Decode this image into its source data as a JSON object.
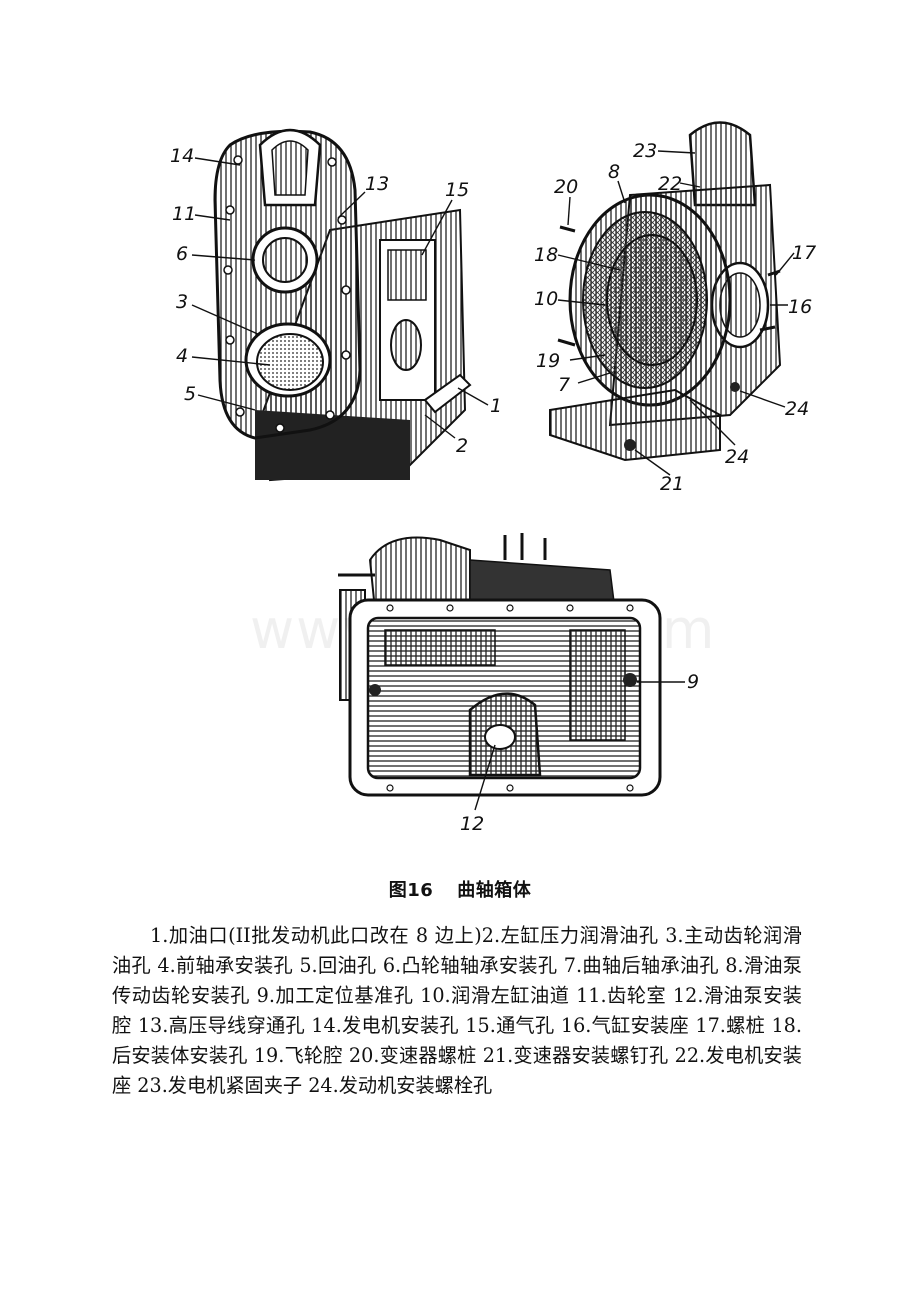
{
  "figure": {
    "label": "图16",
    "title": "曲轴箱体",
    "watermark": "www.bdocx.com",
    "left_view_callouts": [
      "14",
      "13",
      "15",
      "11",
      "6",
      "3",
      "4",
      "5",
      "1",
      "2"
    ],
    "right_view_callouts": [
      "23",
      "20",
      "8",
      "22",
      "18",
      "17",
      "10",
      "16",
      "19",
      "7",
      "24",
      "21",
      "24"
    ],
    "bottom_view_callouts": [
      "9",
      "12"
    ]
  },
  "legend_text": "1.加油口(II批发动机此口改在 8 边上)2.左缸压力润滑油孔 3.主动齿轮润滑油孔 4.前轴承安装孔 5.回油孔 6.凸轮轴轴承安装孔 7.曲轴后轴承油孔 8.滑油泵传动齿轮安装孔 9.加工定位基准孔 10.润滑左缸油道 11.齿轮室 12.滑油泵安装腔 13.高压导线穿通孔 14.发电机安装孔 15.通气孔 16.气缸安装座 17.螺桩 18.后安装体安装孔 19.飞轮腔 20.变速器螺桩 21.变速器安装螺钉孔 22.发电机安装座 23.发电机紧固夹子 24.发动机安装螺栓孔"
}
